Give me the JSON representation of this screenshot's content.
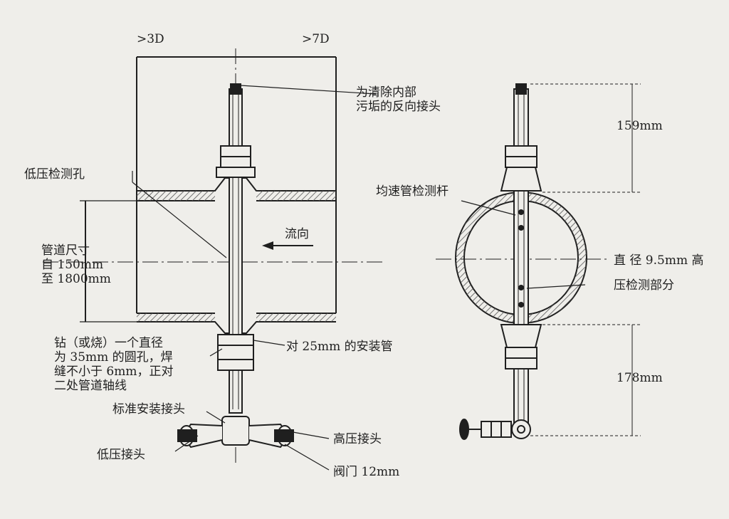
{
  "labels": {
    "dim_3d": ">3D",
    "dim_7d": ">7D",
    "reverse_joint": "为清除内部\n污垢的反向接头",
    "low_pressure_hole": "低压检测孔",
    "pipe_size": "管道尺寸\n自 150mm\n至 1800mm",
    "flow_direction": "流向",
    "drill_hole": "钻（或烧）一个直径\n为 35mm 的圆孔，焊\n缝不小于 6mm，正对\n二处管道轴线",
    "mounting_pipe": "对 25mm 的安装管",
    "standard_joint": "标准安装接头",
    "low_pressure_joint": "低压接头",
    "high_pressure_joint": "高压接头",
    "valve": "阀门 12mm",
    "probe_rod": "均速管检测杆",
    "diameter_text": "直 径  9.5mm  高",
    "high_pressure_part": "压检测部分",
    "dim_159": "159mm",
    "dim_178": "178mm"
  },
  "colors": {
    "ink": "#1f1f1f",
    "paper": "#efeeea",
    "hatch": "#555555"
  }
}
